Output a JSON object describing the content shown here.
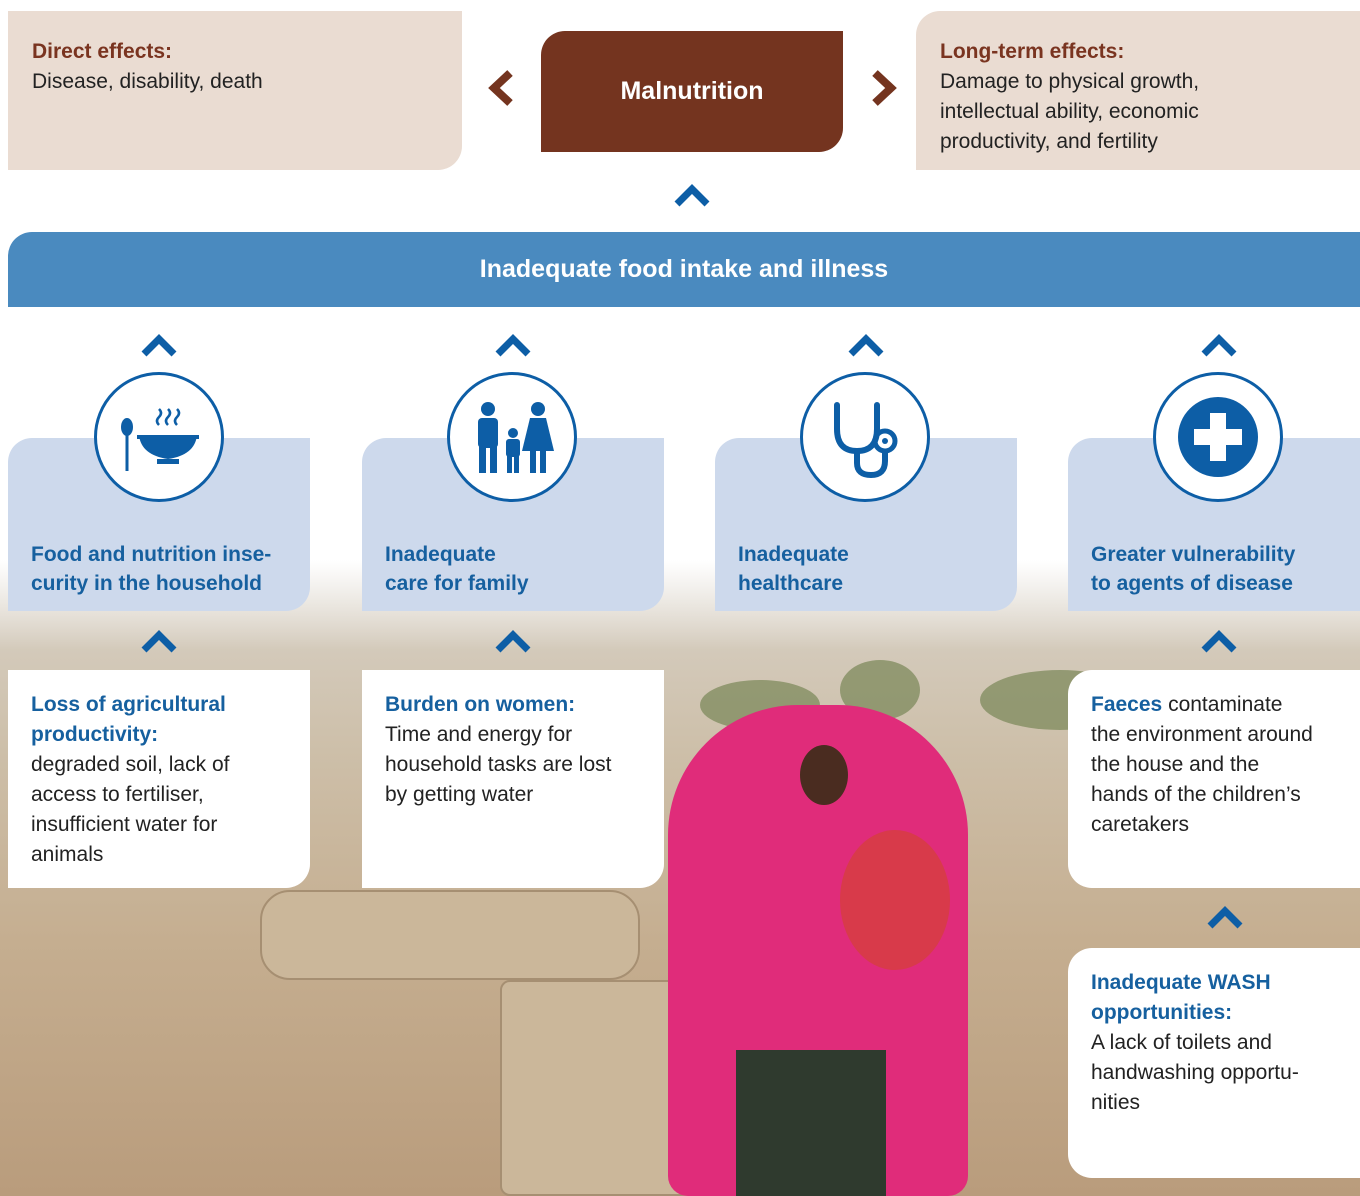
{
  "colors": {
    "malnutrition": "#74341f",
    "effect_bg": "#eadcd2",
    "effect_title": "#7a3420",
    "band": "#4a8abf",
    "panel": "#cdd9ec",
    "accent_blue": "#16609f",
    "icon_blue": "#0d5ea6"
  },
  "direct_effects": {
    "title": "Direct effects:",
    "text": "Disease, disability, death"
  },
  "malnutrition": {
    "label": "Malnutrition"
  },
  "long_term_effects": {
    "title": "Long-term effects:",
    "line1": "Damage to physical growth,",
    "line2": "intellectual ability, economic",
    "line3": "productivity, and fertility"
  },
  "band": {
    "label": "Inadequate food intake and illness"
  },
  "causes": [
    {
      "icon": "food-bowl-icon",
      "line1": "Food and nutrition inse-",
      "line2": "curity in the household"
    },
    {
      "icon": "family-icon",
      "line1": "Inadequate",
      "line2": "care for family"
    },
    {
      "icon": "stethoscope-icon",
      "line1": "Inadequate",
      "line2": "healthcare"
    },
    {
      "icon": "medical-cross-icon",
      "line1": "Greater vulnerability",
      "line2": "to agents of disease"
    }
  ],
  "agriculture": {
    "title_line1": "Loss of agricultural",
    "title_line2": "productivity:",
    "line1": "degraded soil, lack of",
    "line2": "access to fertiliser,",
    "line3": "insufficient water for",
    "line4": "animals"
  },
  "women": {
    "title": "Burden on women:",
    "line1": "Time and energy for",
    "line2": "household tasks are lost",
    "line3": "by getting water"
  },
  "faeces": {
    "bold": "Faeces",
    "line1_rest": " contaminate",
    "line2": "the environment around",
    "line3": "the house and the",
    "line4": "hands of the children’s",
    "line5": "caretakers"
  },
  "wash": {
    "title_line1": "Inadequate WASH",
    "title_line2": "opportunities:",
    "line1": "A lack of toilets and",
    "line2": "handwashing opportu-",
    "line3": "nities"
  }
}
